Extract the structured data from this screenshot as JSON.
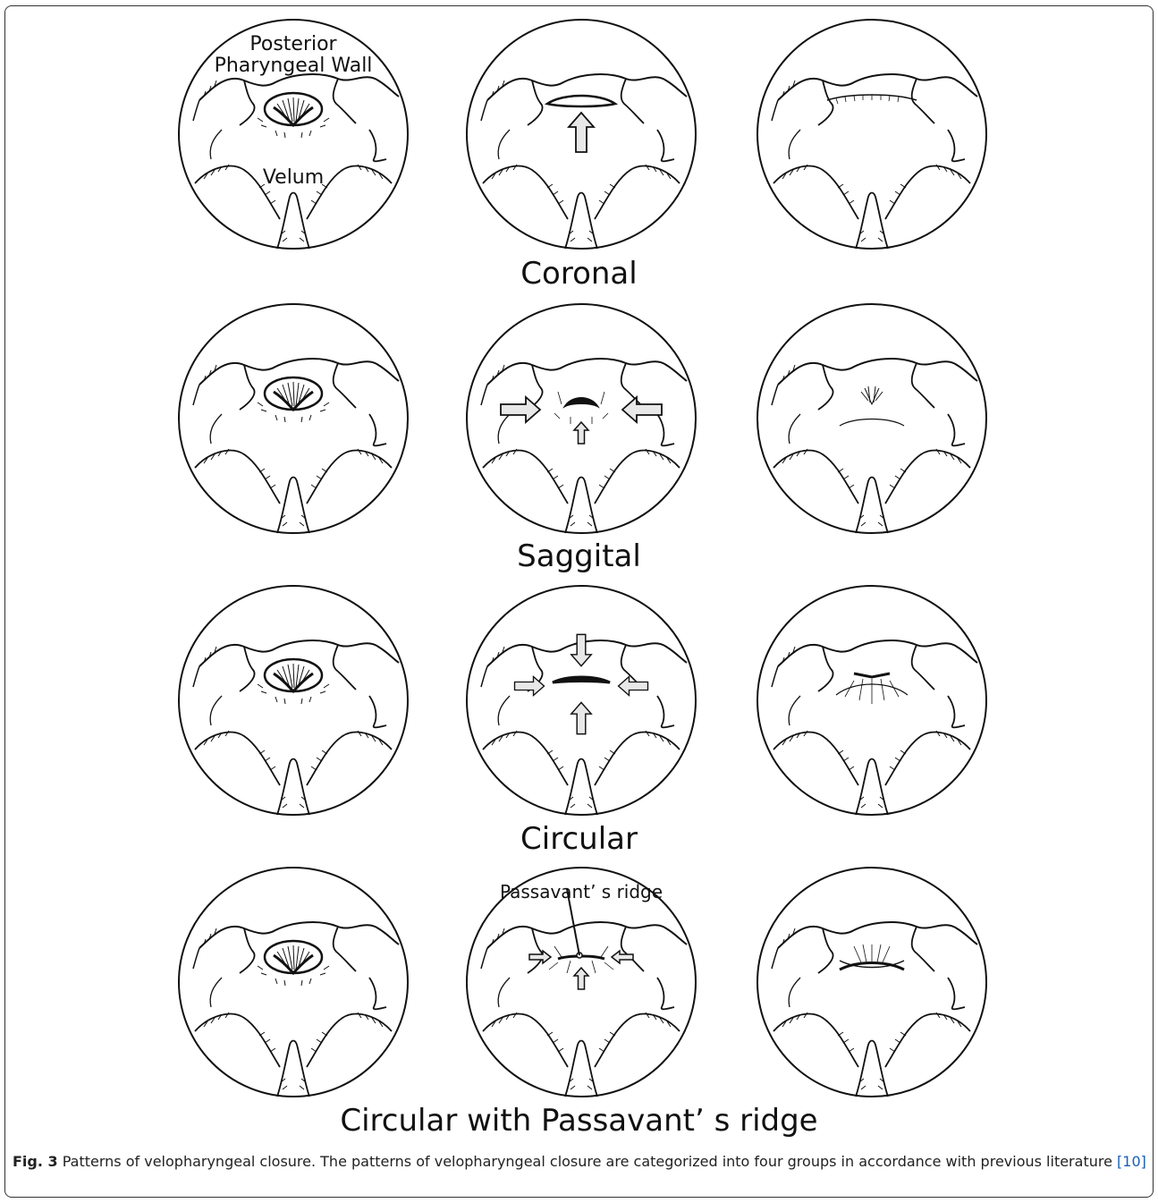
{
  "rows": [
    {
      "title": "Coronal"
    },
    {
      "title": "Saggital"
    },
    {
      "title": "Circular"
    },
    {
      "title": "Circular with Passavant’ s ridge"
    }
  ],
  "labels": {
    "posterior_line1": "Posterior",
    "posterior_line2": "Pharyngeal Wall",
    "velum": "Velum",
    "passavant": "Passavant’ s ridge"
  },
  "caption": {
    "fig_label": "Fig. 3",
    "text": " Patterns of velopharyngeal closure. The patterns of velopharyngeal closure are categorized into four groups in accordance with previous literature ",
    "ref": "[10]"
  }
}
